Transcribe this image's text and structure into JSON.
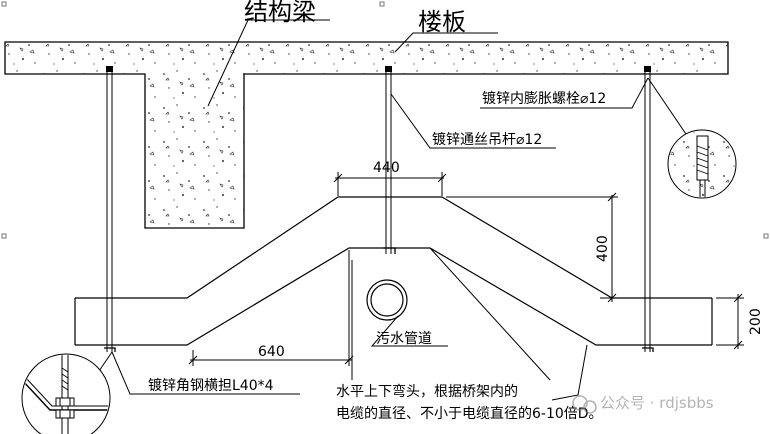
{
  "labels": {
    "beam": "结构梁",
    "slab": "楼板",
    "anchor_bolt": "镀锌内膨胀螺栓⌀12",
    "hanger_rod": "镀锌通丝吊杆⌀12",
    "sewage_pipe": "污水管道",
    "angle_steel": "镀锌角钢横担L40*4",
    "note_line1": "水平上下弯头，根据桥架内的",
    "note_line2": "电缆的直径、不小于电缆直径的6-10倍D。"
  },
  "dimensions": {
    "top_width": "440",
    "rise": "400",
    "tray_height": "200",
    "bottom_width": "640"
  },
  "watermark": {
    "brand": "公众号 · rdjsbbs"
  }
}
